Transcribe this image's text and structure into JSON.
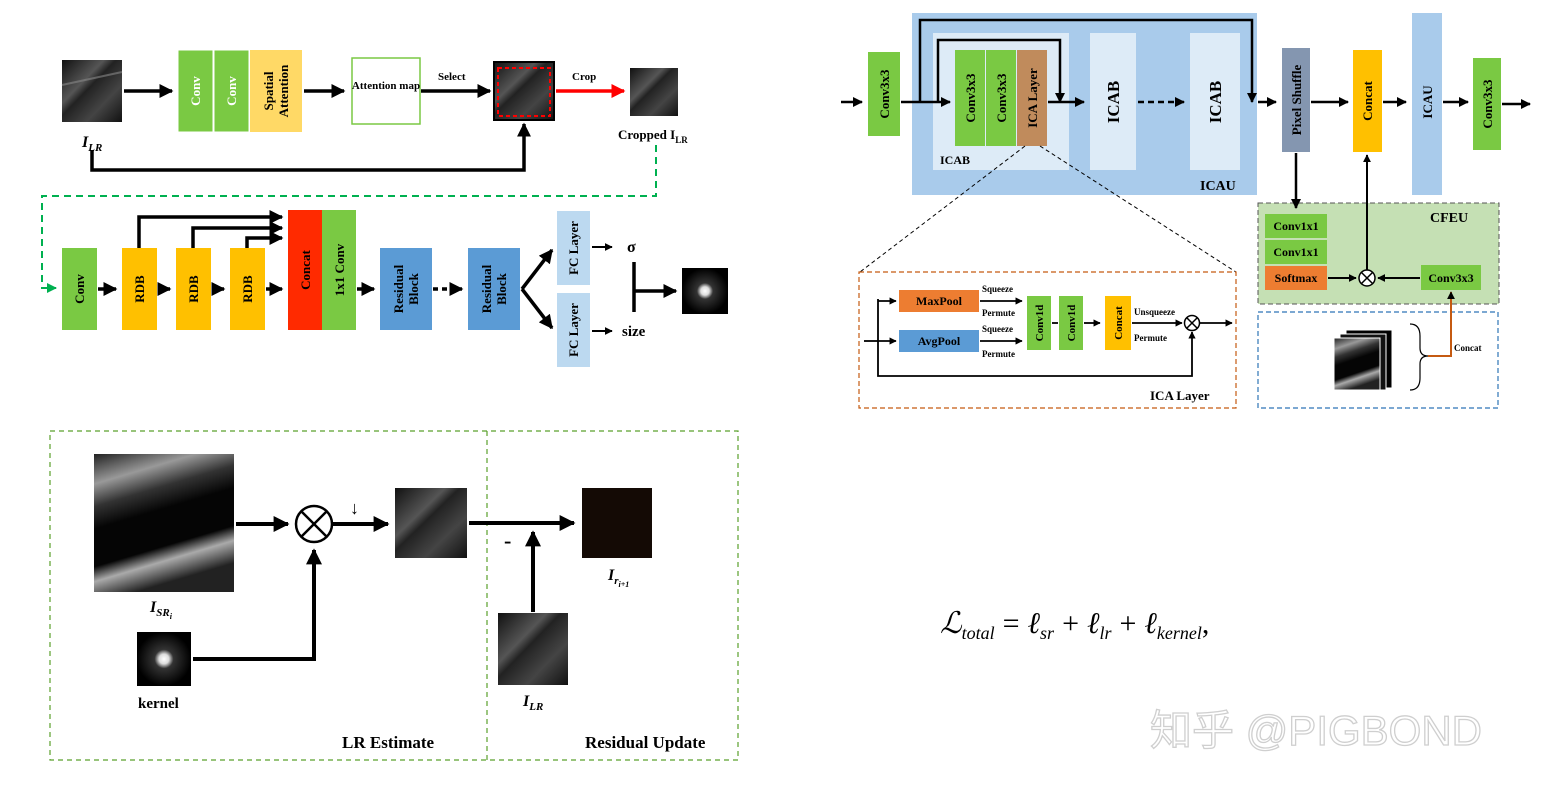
{
  "colors": {
    "green": "#7ac943",
    "yellow": "#ffc000",
    "orange_yellow": "#ffd966",
    "red": "#ff2a00",
    "light_blue": "#bcd9f0",
    "blue": "#5b9bd5",
    "icau_bg": "#a9cbeb",
    "brown": "#c08b5c",
    "slate": "#8496b0",
    "orange": "#ed7d31",
    "cfeu_bg": "#c5e0b4",
    "dashed_green": "#00b050",
    "dashed_orange": "#c55a11",
    "dashed_blue": "#2e75b6",
    "crop_arrow": "#ff0000"
  },
  "kernel_net": {
    "conv1": "Conv",
    "conv2": "Conv",
    "spatial_attention": "Spatial Attention",
    "attention_map": "Attention map",
    "select": "Select",
    "crop": "Crop",
    "input_label": "I",
    "input_sub": "LR",
    "cropped_label": "Cropped I",
    "cropped_sub": "LR",
    "conv3": "Conv",
    "rdb1": "RDB",
    "rdb2": "RDB",
    "rdb3": "RDB",
    "concat": "Concat",
    "conv1x1": "1x1 Conv",
    "residual1": "Residual Block",
    "residual2": "Residual Block",
    "fc1": "FC Layer",
    "fc2": "FC Layer",
    "sigma": "σ",
    "size": "size"
  },
  "lr_estimate": {
    "isr_label": "I",
    "isr_sub": "SR",
    "isr_subsub": "i",
    "kernel_label": "kernel",
    "down_arrow": "↓",
    "minus": "-",
    "ir_label": "I",
    "ir_sub": "r",
    "ir_subsub": "i+1",
    "ilr_label": "I",
    "ilr_sub": "LR",
    "section1": "LR Estimate",
    "section2": "Residual Update"
  },
  "sr_net": {
    "conv_in": "Conv3x3",
    "icab_conv1": "Conv3x3",
    "icab_conv2": "Conv3x3",
    "ica_layer": "ICA Layer",
    "icab_label": "ICAB",
    "icab2": "ICAB",
    "icab3": "ICAB",
    "icau_label": "ICAU",
    "pixel_shuffle": "Pixel Shuffle",
    "concat": "Concat",
    "icau": "ICAU",
    "conv_out": "Conv3x3",
    "cfeu_label": "CFEU",
    "cfeu_conv1": "Conv1x1",
    "cfeu_conv2": "Conv1x1",
    "softmax": "Softmax",
    "cfeu_conv3": "Conv3x3",
    "concat_small": "Concat"
  },
  "ica_detail": {
    "maxpool": "MaxPool",
    "avgpool": "AvgPool",
    "squeeze1": "Squeeze",
    "permute1": "Permute",
    "squeeze2": "Squeeze",
    "permute2": "Permute",
    "conv1d_1": "Conv1d",
    "conv1d_2": "Conv1d",
    "concat": "Concat",
    "unsqueeze": "Unsqueeze",
    "permute3": "Permute",
    "title": "ICA Layer"
  },
  "formula": {
    "L": "ℒ",
    "L_sub": "total",
    "eq": "=",
    "l1": "ℓ",
    "l1_sub": "sr",
    "plus1": "+",
    "l2": "ℓ",
    "l2_sub": "lr",
    "plus2": "+",
    "l3": "ℓ",
    "l3_sub": "kernel",
    "comma": ","
  },
  "watermark": "知乎 @PIGBOND"
}
